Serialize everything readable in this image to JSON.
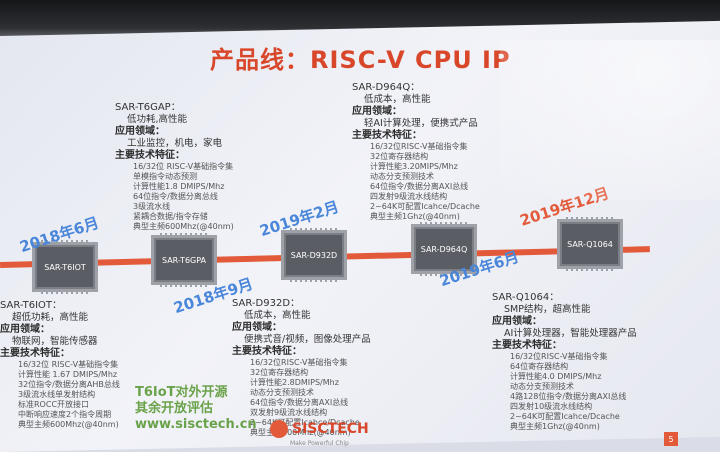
{
  "slide": {
    "title": "产品线：RISC-V CPU IP",
    "page_number": "5",
    "footer_green_line1": "T6IoT对外开源",
    "footer_green_line2": "其余开放评估",
    "footer_url": "www.sisctech.cn",
    "logo_text": "SISCTECH",
    "logo_tagline": "Make Powerful Chip"
  },
  "timeline": {
    "chips": [
      {
        "label": "SAR-T6IOT"
      },
      {
        "label": "SAR-T6GPA"
      },
      {
        "label": "SAR-D932D"
      },
      {
        "label": "SAR-D964Q"
      },
      {
        "label": "SAR-Q1064"
      }
    ],
    "dates": [
      {
        "text": "2018年6月",
        "color": "#4a86d9"
      },
      {
        "text": "2018年9月",
        "color": "#4a86d9"
      },
      {
        "text": "2019年2月",
        "color": "#4a86d9"
      },
      {
        "text": "2019年6月",
        "color": "#4a86d9"
      },
      {
        "text": "2019年12月",
        "color": "#e35a3a"
      }
    ]
  },
  "products": {
    "t6gap": {
      "name": "SAR-T6GAP：",
      "tagline": "低功耗,高性能",
      "domain_head": "应用领域：",
      "domain": "工业监控，机电，家电",
      "features_head": "主要技术特征：",
      "features": [
        "16/32位 RISC-V基础指令集",
        "单模指令动态预测",
        "计算性能1.8 DMIPS/Mhz",
        "64位指令/数据分离总线",
        "3级流水线",
        "紧耦合数据/指令存储",
        "典型主频600Mhz(@40nm)"
      ]
    },
    "d964q": {
      "name": "SAR-D964Q：",
      "tagline": "低成本，高性能",
      "domain_head": "应用领域：",
      "domain": "轻AI计算处理，便携式产品",
      "features_head": "主要技术特征：",
      "features": [
        "16/32位RISC-V基础指令集",
        "32位寄存器结构",
        "计算性能3.20MIPS/Mhz",
        "动态分支预测技术",
        "64位指令/数据分离AXI总线",
        "四发射9级流水线结构",
        "2~64K可配置Icahce/Dcache",
        "典型主频1Ghz(@40nm)"
      ]
    },
    "t6iot": {
      "name": "SAR-T6IOT：",
      "tagline": "超低功耗，高性能",
      "domain_head": "应用领域：",
      "domain": "物联网，智能传感器",
      "features_head": "主要技术特征：",
      "features": [
        "16/32位 RISC-V基础指令集",
        "计算性能 1.67 DMIPS/Mhz",
        "32位指令/数据分离AHB总线",
        "3级流水线单发射结构",
        "标准ROCC开放接口",
        "中断响应速度2个指令周期",
        "典型主频600Mhz(@40nm)"
      ]
    },
    "d932d": {
      "name": "SAR-D932D：",
      "tagline": "低成本，高性能",
      "domain_head": "应用领域：",
      "domain": "便携式音/视频，图像处理产品",
      "features_head": "主要技术特征：",
      "features": [
        "16/32位RISC-V基础指令集",
        "32位寄存器结构",
        "计算性能2.8DMIPS/Mhz",
        "动态分支预测技术",
        "64位指令/数据分离AXI总线",
        "双发射9级流水线结构",
        "2~64K可配置Icahce/Dcache",
        "典型主频800Mhz(@40nm)"
      ]
    },
    "q1064": {
      "name": "SAR-Q1064：",
      "tagline": "SMP结构，超高性能",
      "domain_head": "应用领域：",
      "domain": "AI计算处理器，智能处理器产品",
      "features_head": "主要技术特征：",
      "features": [
        "16/32位RISC-V基础指令集",
        "64位寄存器结构",
        "计算性能4.0 DMIPS/Mhz",
        "动态分支预测技术",
        "4路128位指令/数据分离AXI总线",
        "四发射10级流水线结构",
        "2~64K可配置Icahce/Dcache",
        "典型主频1Ghz(@40nm)"
      ]
    }
  },
  "colors": {
    "accent": "#e35a3a",
    "blue": "#4a86d9",
    "green": "#6aa24a"
  }
}
